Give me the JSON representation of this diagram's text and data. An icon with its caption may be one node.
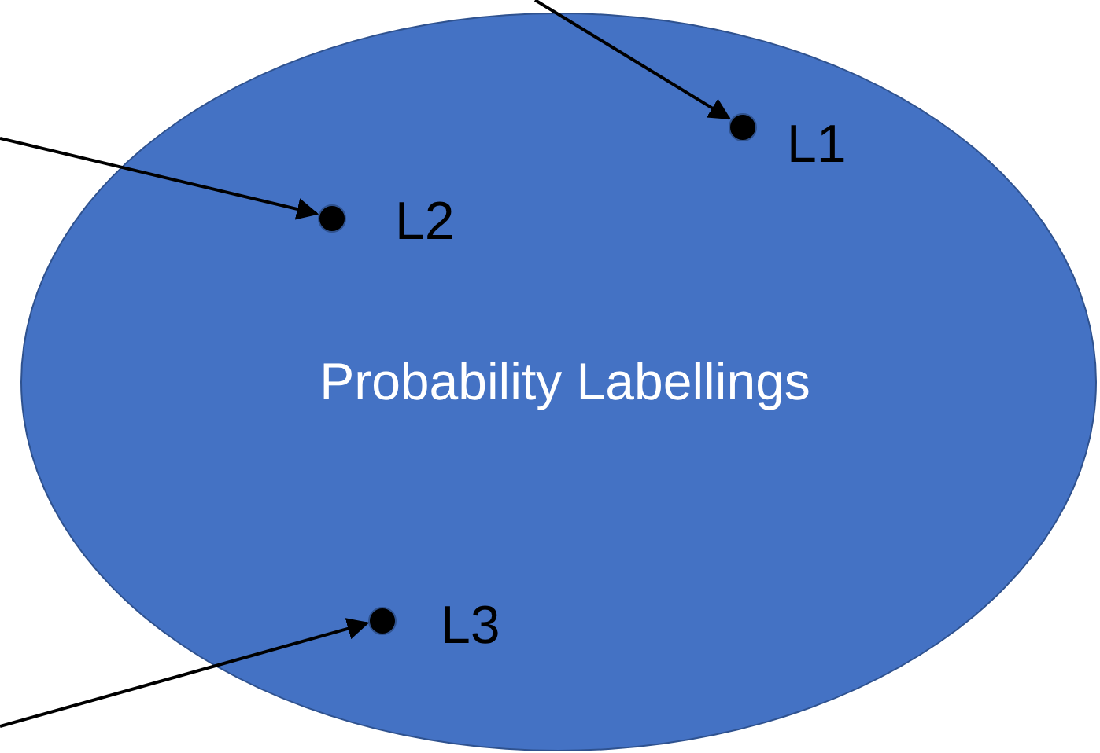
{
  "diagram": {
    "nodes": [
      {
        "text": [
          "Probability Labellings"
        ]
      },
      {
        "text": [],
        "shape": "circle",
        "in": 0,
        "beside": [
          "L1"
        ]
      },
      {
        "text": [],
        "shape": "circle",
        "in": 0,
        "beside": [
          "L2"
        ]
      },
      {
        "text": [],
        "shape": "circle",
        "in": 0,
        "beside": [
          "L3"
        ]
      }
    ],
    "edges": [
      {
        "from": null,
        "to": 1,
        "arrow": "to"
      },
      {
        "from": null,
        "to": 2,
        "arrow": "to"
      },
      {
        "from": null,
        "to": 3,
        "arrow": "to"
      }
    ]
  }
}
